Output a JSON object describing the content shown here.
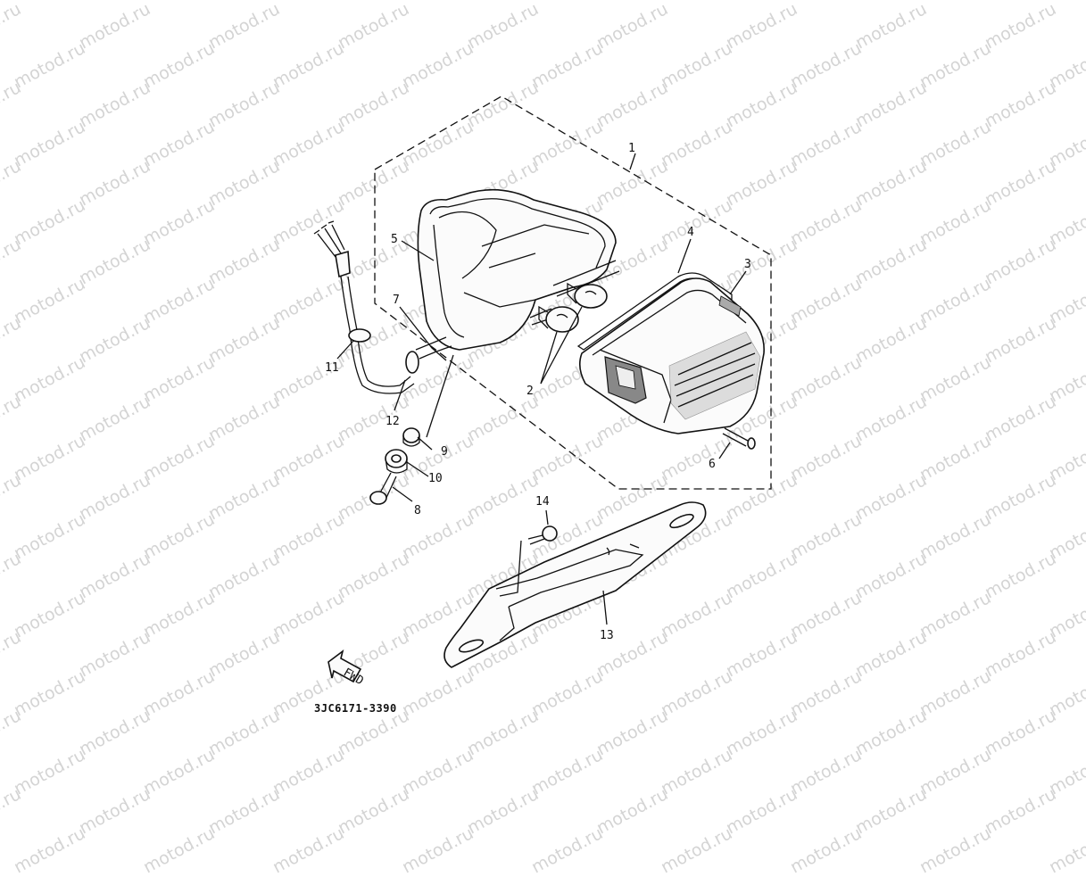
{
  "watermark": {
    "text": "motod.ru",
    "color": "#d4d4d4"
  },
  "diagram": {
    "code": "3JC6171-3390",
    "direction_arrow_label": "FWD",
    "callouts": [
      {
        "id": "c1",
        "label": "1"
      },
      {
        "id": "c2",
        "label": "2"
      },
      {
        "id": "c3",
        "label": "3"
      },
      {
        "id": "c4",
        "label": "4"
      },
      {
        "id": "c5",
        "label": "5"
      },
      {
        "id": "c6",
        "label": "6"
      },
      {
        "id": "c7",
        "label": "7"
      },
      {
        "id": "c8",
        "label": "8"
      },
      {
        "id": "c9",
        "label": "9"
      },
      {
        "id": "c10",
        "label": "10"
      },
      {
        "id": "c11",
        "label": "11"
      },
      {
        "id": "c12",
        "label": "12"
      },
      {
        "id": "c13",
        "label": "13"
      },
      {
        "id": "c14",
        "label": "14"
      }
    ]
  }
}
